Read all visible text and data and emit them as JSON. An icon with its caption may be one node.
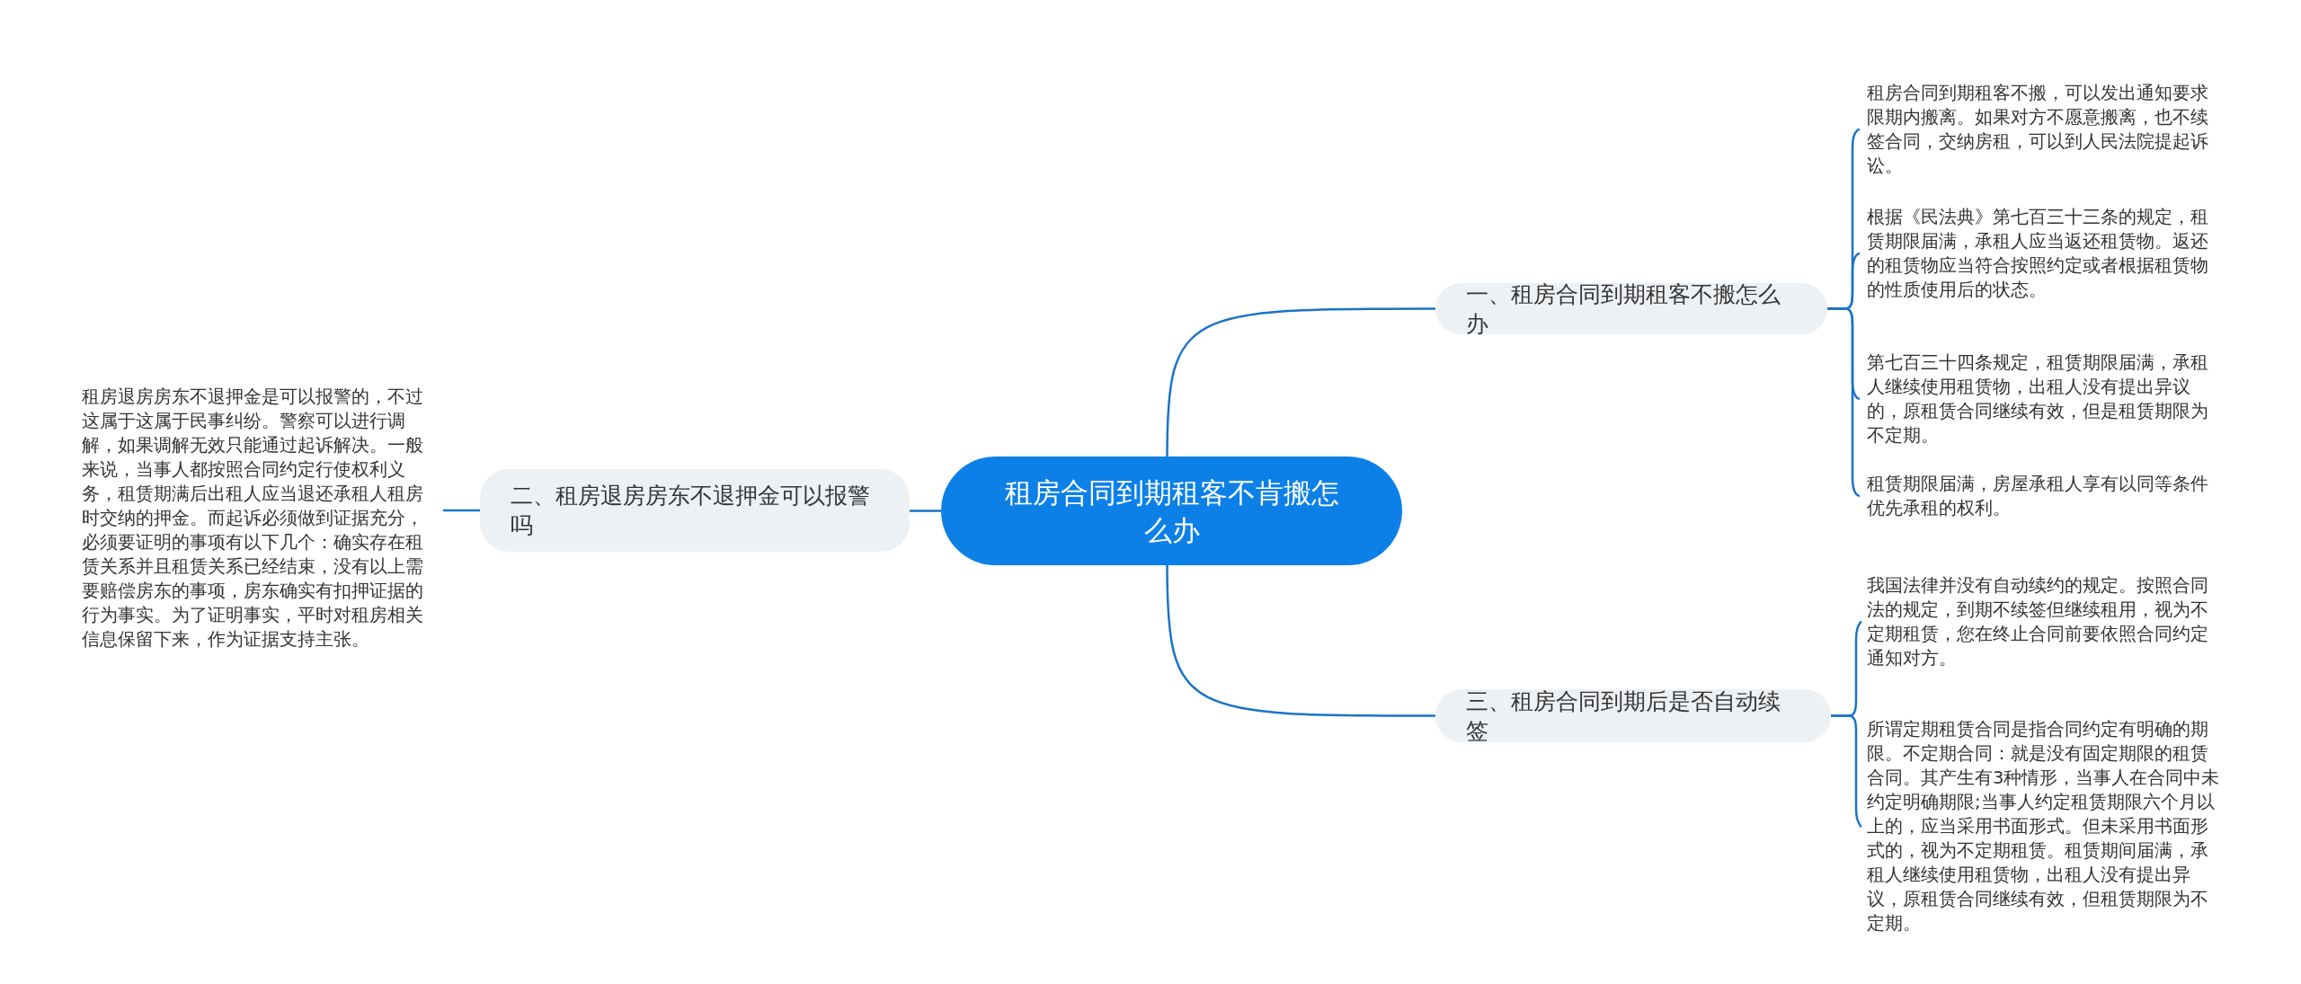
{
  "diagram": {
    "nodes": [
      {
        "text": [
          "租房合同到期租客不肯搬怎么办"
        ]
      },
      {
        "text": [
          "一、租房合同到期租客不搬怎么办"
        ]
      },
      {
        "text": [
          "租房合同到期租客不搬，可以发出通知要求限期内搬离。如果对方不愿意搬离，也不续签合同，交纳房租，可以到人民法院提起诉讼。"
        ]
      },
      {
        "text": [
          "根据《民法典》第七百三十三条的规定，租赁期限届满，承租人应当返还租赁物。返还的租赁物应当符合按照约定或者根据租赁物的性质使用后的状态。"
        ]
      },
      {
        "text": [
          "第七百三十四条规定，租赁期限届满，承租人继续使用租赁物，出租人没有提出异议的，原租赁合同继续有效，但是租赁期限为不定期。"
        ]
      },
      {
        "text": [
          "租赁期限届满，房屋承租人享有以同等条件优先承租的权利。"
        ]
      },
      {
        "text": [
          "二、租房退房房东不退押金可以报警吗"
        ]
      },
      {
        "text": [
          "租房退房房东不退押金是可以报警的，不过这属于这属于民事纠纷。警察可以进行调解，如果调解无效只能通过起诉解决。一般来说，当事人都按照合同约定行使权利义务，租赁期满后出租人应当退还承租人租房时交纳的押金。而起诉必须做到证据充分，必须要证明的事项有以下几个：确实存在租赁关系并且租赁关系已经结束，没有以上需要赔偿房东的事项，房东确实有扣押证据的行为事实。为了证明事实，平时对租房相关信息保留下来，作为证据支持主张。"
        ]
      },
      {
        "text": [
          "三、租房合同到期后是否自动续签"
        ]
      },
      {
        "text": [
          "我国法律并没有自动续约的规定。按照合同法的规定，到期不续签但继续租用，视为不定期租赁，您在终止合同前要依照合同约定通知对方。"
        ]
      },
      {
        "text": [
          "所谓定期租赁合同是指合同约定有明确的期限。不定期合同：就是没有固定期限的租赁合同。其产生有3种情形，当事人在合同中未约定明确期限;当事人约定租赁期限六个月以上的，应当采用书面形式。但未采用书面形式的，视为不定期租赁。租赁期间届满，承租人继续使用租赁物，出租人没有提出异议，原租赁合同继续有效，但租赁期限为不定期。"
        ]
      }
    ],
    "edges": [
      {
        "from": 0,
        "to": 1,
        "arrow": "none"
      },
      {
        "from": 1,
        "to": 2,
        "arrow": "none"
      },
      {
        "from": 1,
        "to": 3,
        "arrow": "none"
      },
      {
        "from": 1,
        "to": 4,
        "arrow": "none"
      },
      {
        "from": 1,
        "to": 5,
        "arrow": "none"
      },
      {
        "from": 0,
        "to": 6,
        "arrow": "none"
      },
      {
        "from": 6,
        "to": 7,
        "arrow": "none"
      },
      {
        "from": 0,
        "to": 8,
        "arrow": "none"
      },
      {
        "from": 8,
        "to": 9,
        "arrow": "none"
      },
      {
        "from": 8,
        "to": 10,
        "arrow": "none"
      }
    ]
  }
}
